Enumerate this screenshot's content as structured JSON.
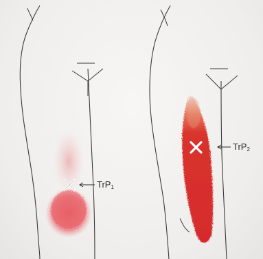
{
  "figure": {
    "colors": {
      "background": "#f4f3f1",
      "outline": "#3a3a3a",
      "pain_light": "#e8555c",
      "pain_dark": "#d81f26",
      "marker": "#ffffff"
    },
    "views": [
      {
        "trigger_point": {
          "label": "TrP",
          "subscript": "1",
          "icon": "x-marker-icon"
        },
        "referral_pattern": "light-red-lower-thigh"
      },
      {
        "trigger_point": {
          "label": "TrP",
          "subscript": "2",
          "icon": "x-marker-icon"
        },
        "referral_pattern": "dark-red-full-thigh"
      }
    ]
  }
}
